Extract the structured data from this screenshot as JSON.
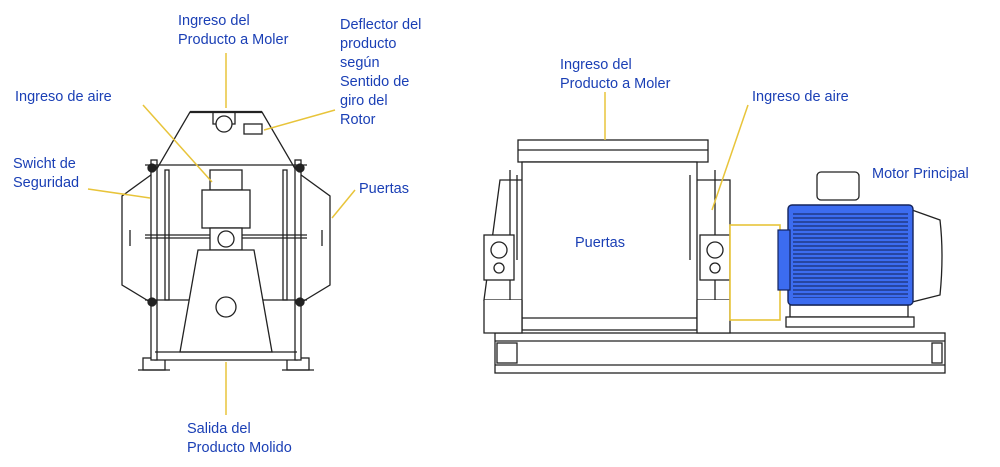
{
  "colors": {
    "label": "#1a3fb5",
    "leader": "#e8c43a",
    "line": "#222222",
    "motor_fill": "#3c6cf0",
    "motor_hatch": "#14245c"
  },
  "front_view": {
    "labels": {
      "product_inlet": "Ingreso del\nProducto a Moler",
      "deflector": "Deflector del\nproducto\nsegún\nSentido de\ngiro del\nRotor",
      "air_inlet": "Ingreso de aire",
      "safety_switch": "Swicht de\nSeguridad",
      "doors": "Puertas",
      "product_outlet": "Salida del\nProducto Molido"
    }
  },
  "side_view": {
    "labels": {
      "product_inlet": "Ingreso del\nProducto a Moler",
      "air_inlet": "Ingreso de aire",
      "doors": "Puertas",
      "main_motor": "Motor Principal"
    }
  }
}
